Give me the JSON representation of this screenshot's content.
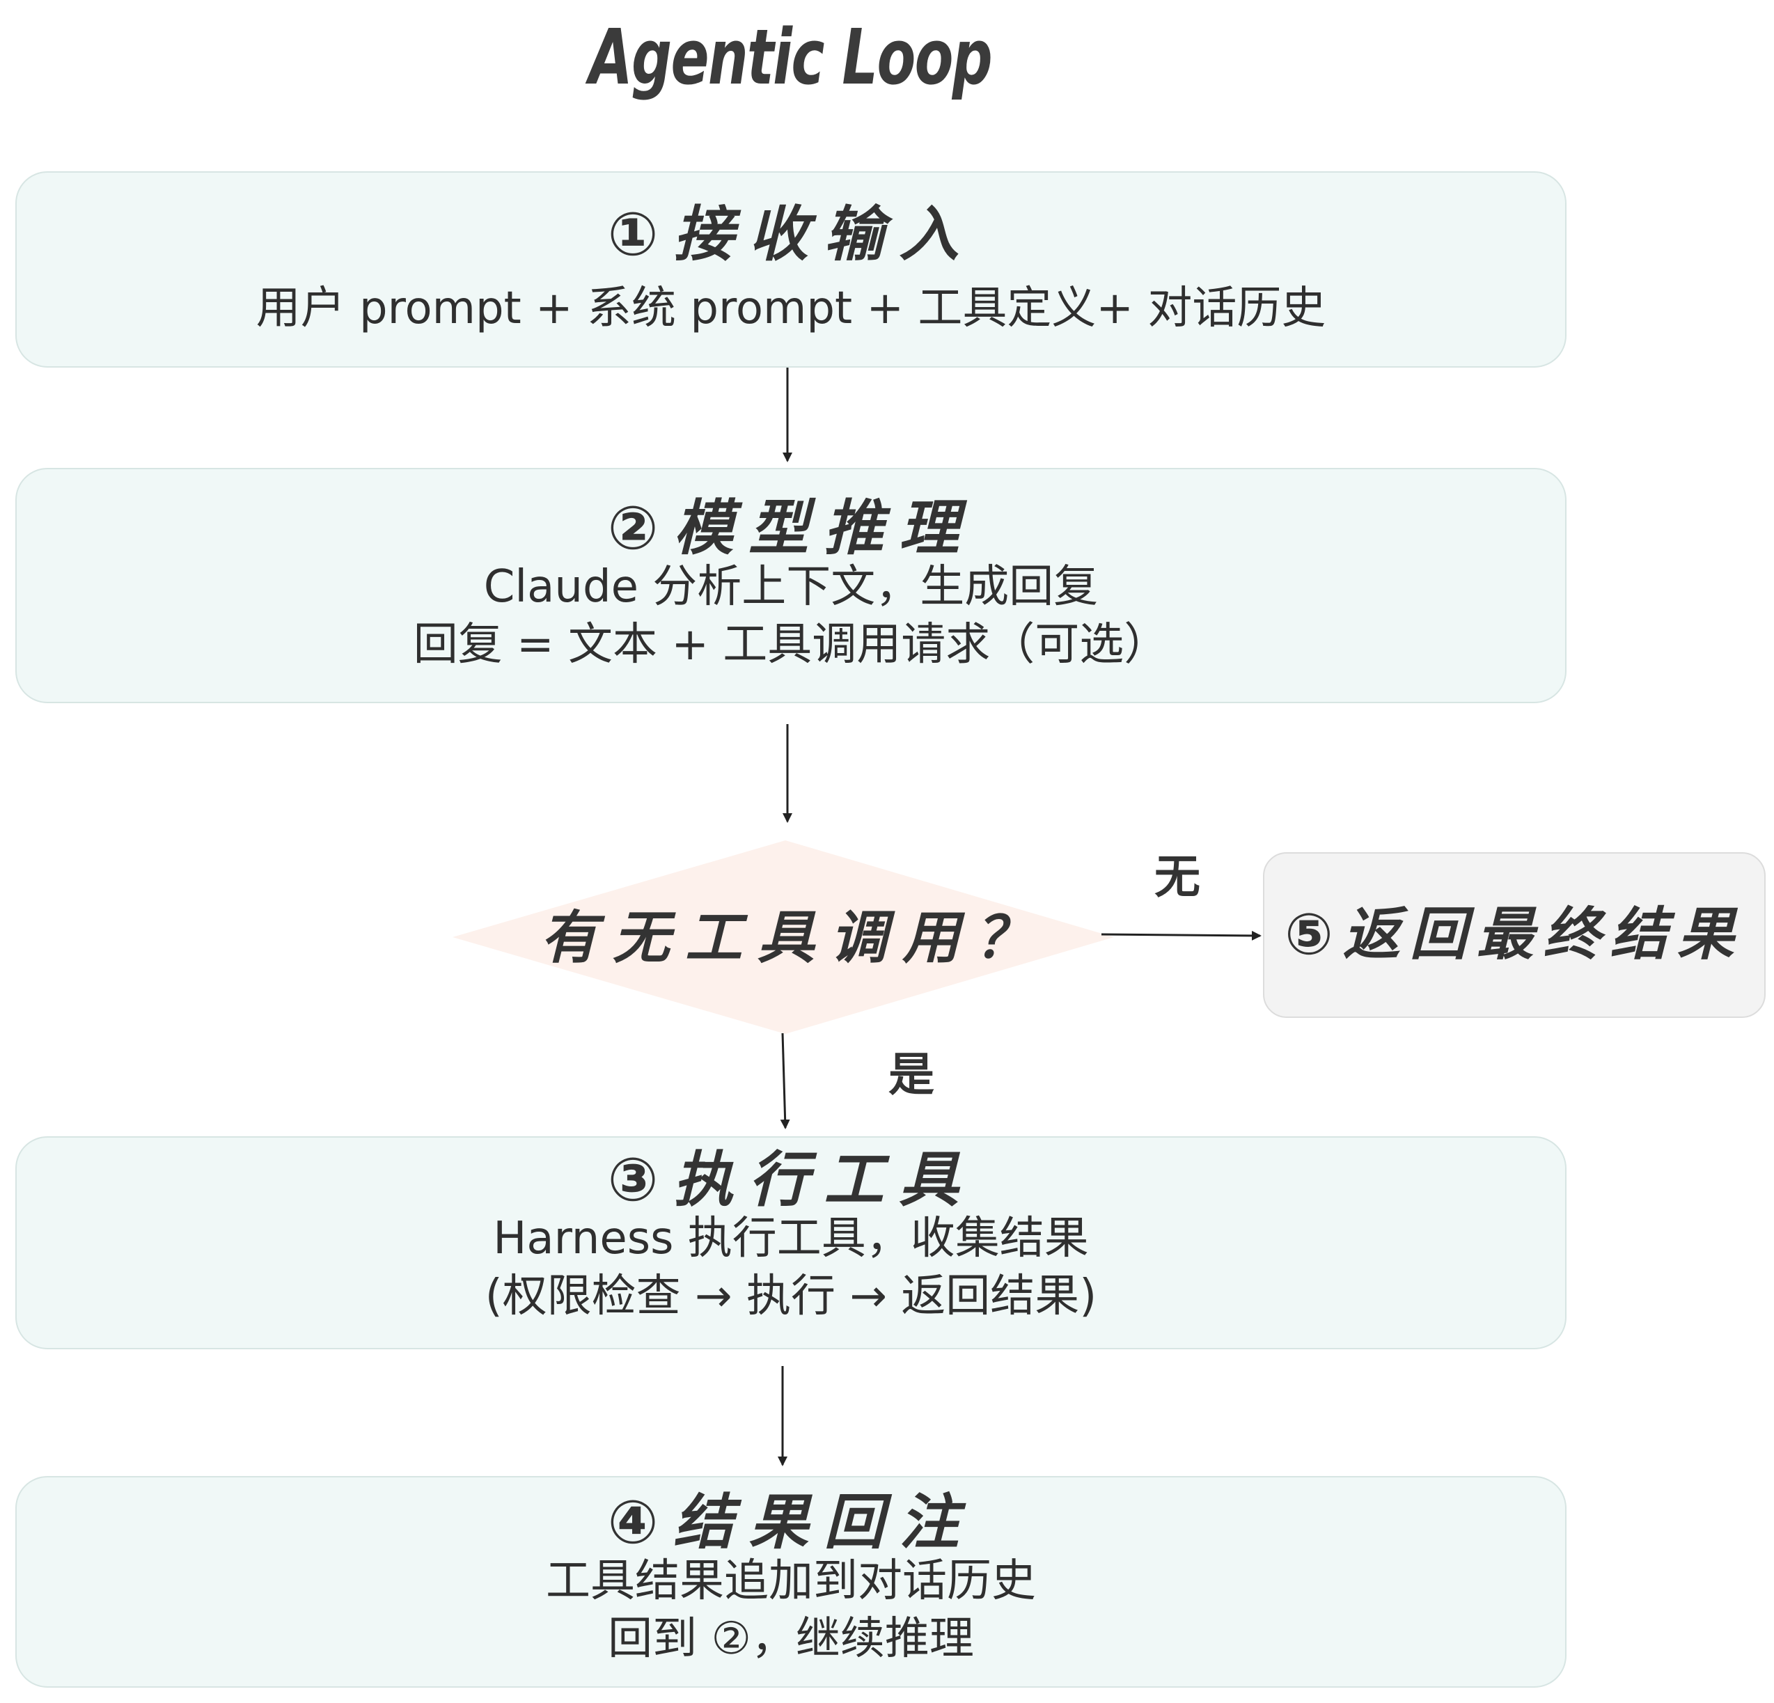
{
  "title": "Agentic Loop",
  "steps": {
    "step1": {
      "heading": "①接收输入",
      "lines": [
        "用户 prompt + 系统 prompt + 工具定义+ 对话历史"
      ]
    },
    "step2": {
      "heading": "②模型推理",
      "lines": [
        "Claude 分析上下文，生成回复",
        "回复 = 文本 + 工具调用请求（可选）"
      ]
    },
    "step3": {
      "heading": "③执行工具",
      "lines": [
        "Harness 执行工具，收集结果",
        "(权限检查 → 执行 → 返回结果)"
      ]
    },
    "step4": {
      "heading": "④结果回注",
      "lines": [
        "工具结果追加到对话历史",
        "回到 ②，继续推理"
      ]
    }
  },
  "decision": {
    "label": "有无工具调用？",
    "no_label": "无",
    "yes_label": "是"
  },
  "result": {
    "label": "⑤返回最终结果"
  },
  "colors": {
    "step_fill": "#f0f8f7",
    "step_border": "#d7e5e3",
    "decision_fill": "#fdf1ec",
    "result_fill": "#f3f3f3",
    "result_border": "#dcdcdc",
    "arrow": "#222222",
    "text": "#2f2f2f"
  }
}
